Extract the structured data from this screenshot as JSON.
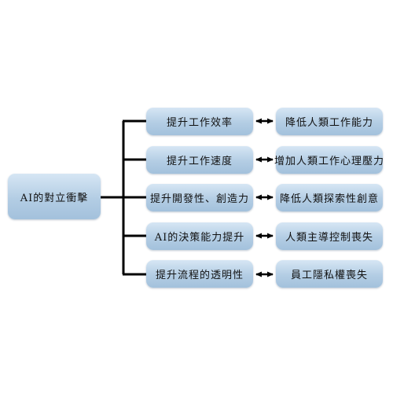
{
  "root": {
    "label": "AI的對立衝擊"
  },
  "branches": [
    {
      "left": "提升工作效率",
      "right": "降低人類工作能力"
    },
    {
      "left": "提升工作速度",
      "right": "增加人類工作心理壓力"
    },
    {
      "left": "提升開發性、創造力",
      "right": "降低人類探索性創意"
    },
    {
      "left": "AI的決策能力提升",
      "right": "人類主導控制喪失"
    },
    {
      "left": "提升流程的透明性",
      "right": "員工隱私權喪失"
    }
  ],
  "colors": {
    "box_fill_top": "#d6e6f4",
    "box_fill_bottom": "#a3c1dc",
    "connector": "#000000",
    "text": "#111111"
  }
}
